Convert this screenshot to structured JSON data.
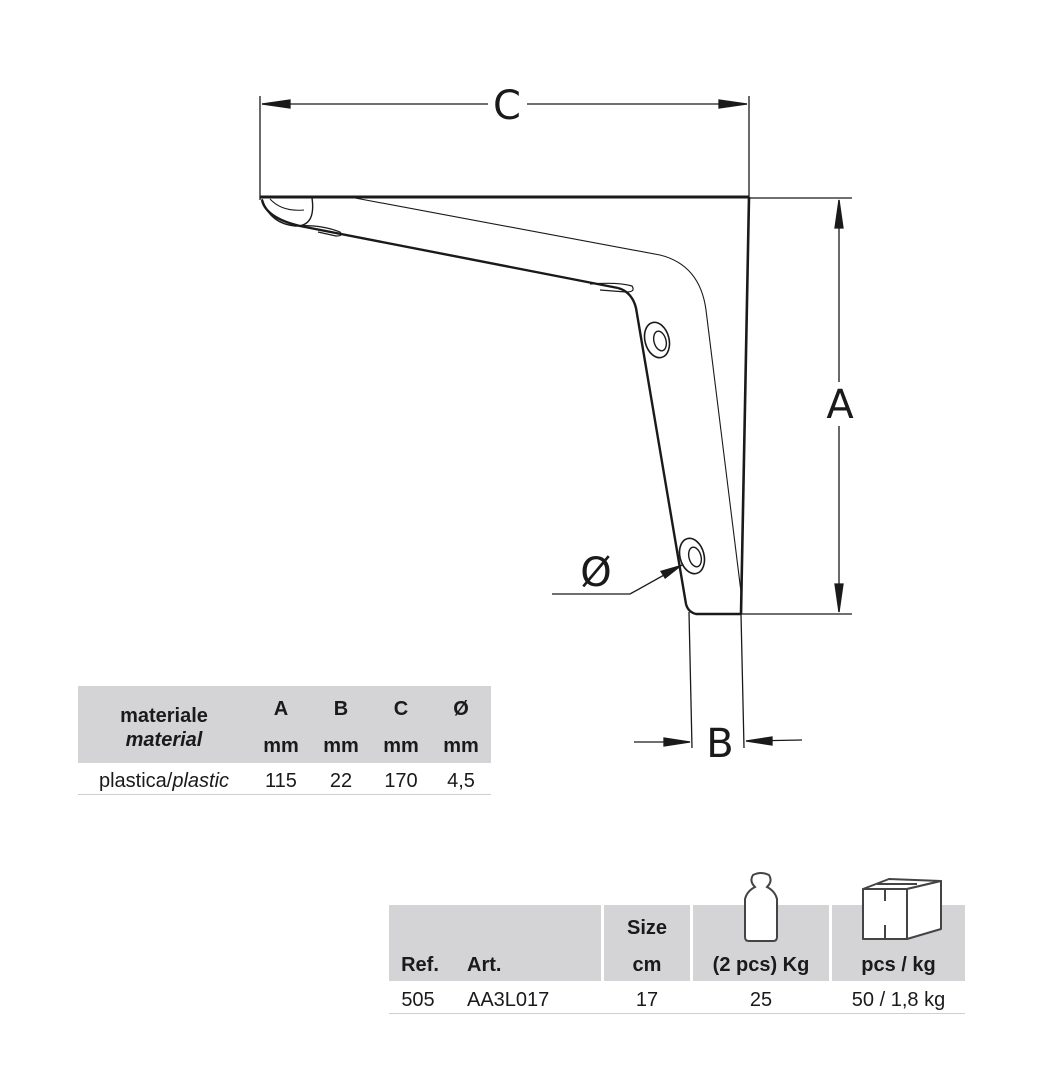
{
  "dimensions": {
    "c_label": "C",
    "a_label": "A",
    "b_label": "B",
    "diameter_label": "Ø"
  },
  "material_table": {
    "header_it": "materiale",
    "header_en": "material",
    "columns": [
      {
        "name": "A",
        "unit": "mm"
      },
      {
        "name": "B",
        "unit": "mm"
      },
      {
        "name": "C",
        "unit": "mm"
      },
      {
        "name": "Ø",
        "unit": "mm"
      }
    ],
    "row": {
      "material_it": "plastica/",
      "material_en": "plastic",
      "values": [
        "115",
        "22",
        "170",
        "4,5"
      ]
    }
  },
  "product_table": {
    "headers": {
      "ref": "Ref.",
      "art": "Art.",
      "size_top": "Size",
      "size_bottom": "cm",
      "weight": "(2 pcs) Kg",
      "pack": "pcs / kg"
    },
    "icons": {
      "weight": "weight-icon",
      "pack": "box-icon"
    },
    "row": {
      "ref": "505",
      "art": "AA3L017",
      "size": "17",
      "weight": "25",
      "pack": "50 / 1,8 kg"
    }
  },
  "colors": {
    "header_bg": "#d4d4d6",
    "line": "#1a1a1a"
  }
}
